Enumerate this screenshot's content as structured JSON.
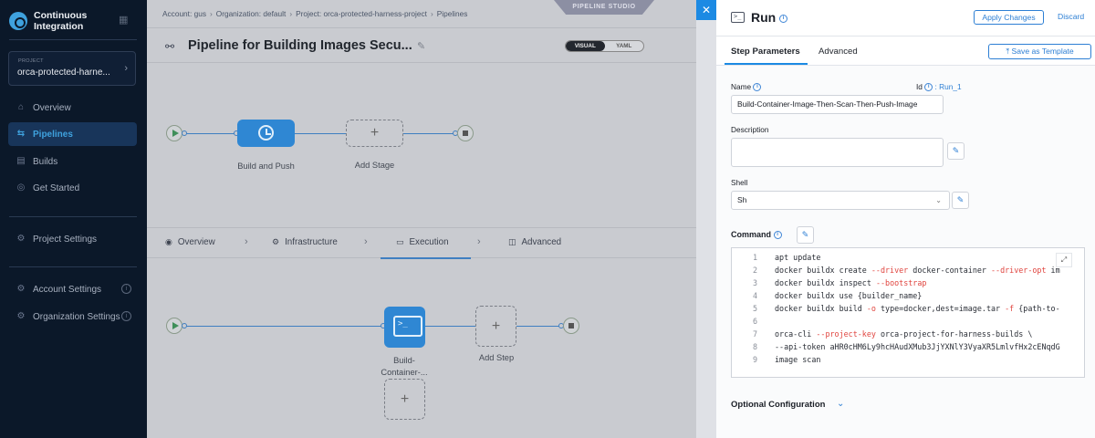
{
  "sidebar": {
    "brand": "Continuous Integration",
    "project_label": "PROJECT",
    "project_name": "orca-protected-harne...",
    "items": [
      {
        "label": "Overview"
      },
      {
        "label": "Pipelines"
      },
      {
        "label": "Builds"
      },
      {
        "label": "Get Started"
      },
      {
        "label": "Project Settings"
      },
      {
        "label": "Account Settings"
      },
      {
        "label": "Organization Settings"
      }
    ]
  },
  "breadcrumb": {
    "account": "Account: gus",
    "org": "Organization: default",
    "project": "Project: orca-protected-harness-project",
    "page": "Pipelines"
  },
  "studio_badge": "PIPELINE STUDIO",
  "pipeline": {
    "title": "Pipeline for Building Images Secu...",
    "toggle": {
      "visual": "VISUAL",
      "yaml": "YAML"
    },
    "stage_label": "Build and Push",
    "add_stage_label": "Add Stage",
    "tabs": [
      "Overview",
      "Infrastructure",
      "Execution",
      "Advanced"
    ],
    "step_label_1": "Build-",
    "step_label_2": "Container-...",
    "add_step_label": "Add Step",
    "plus": "+"
  },
  "close_label": "✕",
  "panel": {
    "title": "Run",
    "apply_label": "Apply Changes",
    "discard_label": "Discard",
    "tabs": {
      "step_parameters": "Step Parameters",
      "advanced": "Advanced"
    },
    "save_template_label": "Save as Template",
    "name_label": "Name",
    "id_label": "Id",
    "id_value": ": Run_1",
    "name_value": "Build-Container-Image-Then-Scan-Then-Push-Image",
    "description_label": "Description",
    "shell_label": "Shell",
    "shell_value": "Sh",
    "command_label": "Command",
    "optional_label": "Optional Configuration"
  },
  "code_lines": [
    {
      "n": "1",
      "text": "apt update"
    },
    {
      "n": "2",
      "text": "docker buildx create --driver docker-container --driver-opt im"
    },
    {
      "n": "3",
      "text": "docker buildx inspect --bootstrap"
    },
    {
      "n": "4",
      "text": "docker buildx use {builder_name}"
    },
    {
      "n": "5",
      "text": "docker buildx build -o type=docker,dest=image.tar -f {path-to-"
    },
    {
      "n": "6",
      "text": ""
    },
    {
      "n": "7",
      "text": "orca-cli --project-key orca-project-for-harness-builds \\"
    },
    {
      "n": "8",
      "text": "--api-token aHR0cHM6Ly9hcHAudXMub3JjYXNlY3VyaXR5LmlvfHx2cENqdG"
    },
    {
      "n": "9",
      "text": "image scan"
    }
  ]
}
